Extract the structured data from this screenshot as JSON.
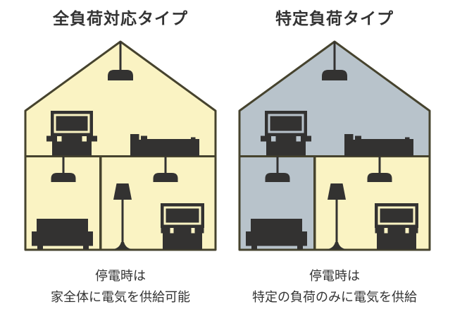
{
  "panels": {
    "full_load": {
      "title": "全負荷対応タイプ",
      "caption_line1": "停電時は",
      "caption_line2": "家全体に電気を供給可能",
      "powered_rooms": [
        "attic",
        "living-room",
        "media-room"
      ]
    },
    "specific_load": {
      "title": "特定負荷タイプ",
      "caption_line1": "停電時は",
      "caption_line2": "特定の負荷のみに電気を供給",
      "powered_rooms": [
        "media-room"
      ]
    }
  },
  "icons": [
    "pendant-light-icon",
    "tv-icon",
    "bed-icon",
    "sofa-icon",
    "floor-lamp-icon"
  ],
  "colors": {
    "powered": "#FAF3C3",
    "unpowered": "#B8C3CB",
    "dark": "#333231",
    "outline": "#46432E",
    "text": "#333333",
    "background": "#FFFFFF"
  }
}
